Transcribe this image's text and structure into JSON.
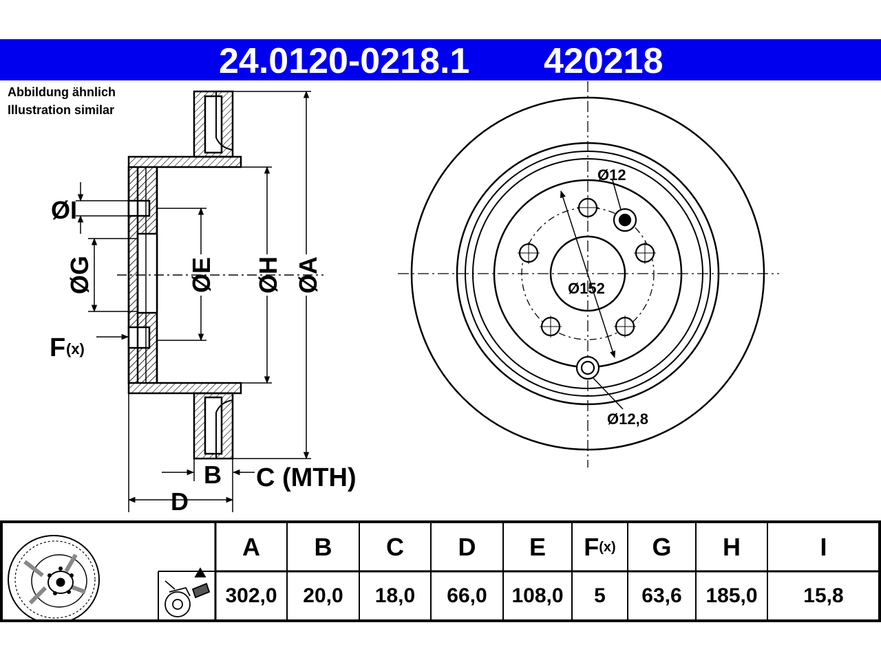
{
  "header": {
    "part_number": "24.0120-0218.1",
    "item_number": "420218",
    "background": "#0000ee"
  },
  "notes": {
    "de": "Abbildung ähnlich",
    "en": "Illustration similar"
  },
  "side_view_labels": {
    "dia_i": "ØI",
    "dia_g": "ØG",
    "dia_e": "ØE",
    "dia_h": "ØH",
    "dia_a": "ØA",
    "f_main": "F",
    "f_sub": "(x)",
    "b": "B",
    "c_mth": "C (MTH)",
    "d": "D"
  },
  "front_view_labels": {
    "hole_dia": "Ø12",
    "pcd": "Ø152",
    "threaded_hole": "Ø12,8"
  },
  "spec_table": {
    "headers": [
      "A",
      "B",
      "C",
      "D",
      "E",
      "F",
      "G",
      "H",
      "I"
    ],
    "f_header_sub": "(x)",
    "values": [
      "302,0",
      "20,0",
      "18,0",
      "66,0",
      "108,0",
      "5",
      "63,6",
      "185,0",
      "15,8"
    ],
    "icons": [
      "brake-disc-thumbnail-icon",
      "measurement-warning-icon"
    ]
  }
}
